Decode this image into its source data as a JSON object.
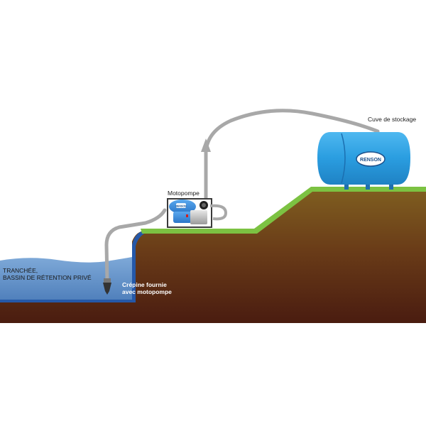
{
  "labels": {
    "water_line1": "TRANCHÉE,",
    "water_line2": "BASSIN DE RÉTENTION PRIVÉ",
    "strainer_line1": "Crépine fournie",
    "strainer_line2": "avec motopompe",
    "pump": "Motopompe",
    "tank": "Cuve de stockage",
    "tank_brand": "RENSON",
    "pump_brand": "RENSON"
  },
  "colors": {
    "soil_top": "#7a5a1e",
    "soil_bottom": "#4a1c10",
    "grass": "#7cc242",
    "water": "#5a8cc4",
    "tank": "#2f9fe0",
    "hose": "#a8a8a8"
  }
}
